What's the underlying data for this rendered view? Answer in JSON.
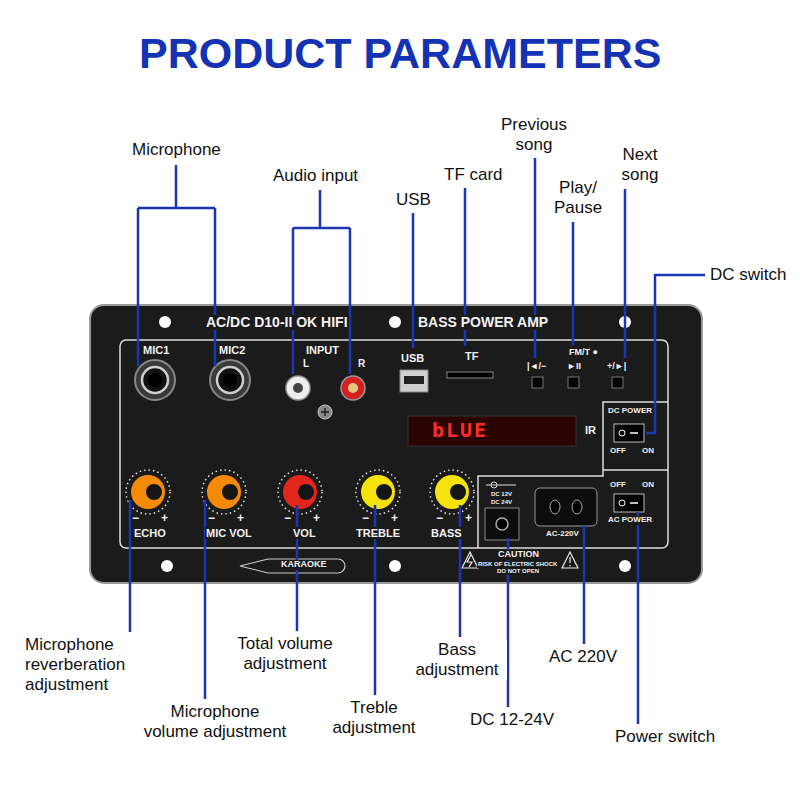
{
  "diagram": {
    "title": "PRODUCT PARAMETERS",
    "labels": [
      "Microphone",
      "Audio input",
      "USB",
      "TF card",
      "Previous song",
      "Play/ Pause",
      "Next song",
      "DC switch",
      "Microphone reverberation adjustment",
      "Microphone volume adjustment",
      "Total volume adjustment",
      "Treble adjustment",
      "Bass adjustment",
      "DC 12-24V",
      "AC 220V",
      "Power switch",
      "AC/DC D10-II OK HIFI",
      "BASS POWER AMP",
      "MIC1",
      "MIC2",
      "INPUT",
      "L",
      "R",
      "USB",
      "TF",
      "FM/T ●",
      "|◄/−",
      "►II",
      "+/►|",
      "bLUE",
      "IR",
      "DC POWER",
      "OFF",
      "ON",
      "OFF",
      "ON",
      "AC POWER",
      "ECHO",
      "MIC VOL",
      "VOL",
      "TREBLE",
      "BASS",
      "−",
      "+",
      "−",
      "+",
      "−",
      "+",
      "−",
      "+",
      "−",
      "+",
      "KARAOKE",
      "CAUTION",
      "RISK OF ELECTRIC SHOCK",
      "DO NOT OPEN",
      "DC 12V",
      "DC 24V",
      "AC-220V"
    ]
  }
}
